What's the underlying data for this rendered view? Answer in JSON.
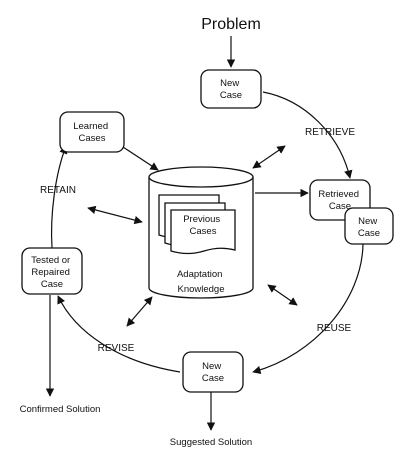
{
  "diagram": {
    "title": "Problem",
    "nodes": {
      "new_case_top": [
        "New",
        "Case"
      ],
      "learned_cases": [
        "Learned",
        "Cases"
      ],
      "retrieved_case": [
        "Retrieved",
        "Case"
      ],
      "retrieved_new_case": [
        "New",
        "Case"
      ],
      "tested_case": [
        "Tested or",
        "Repaired",
        "Case"
      ],
      "new_case_bottom": [
        "New",
        "Case"
      ],
      "previous_cases": [
        "Previous",
        "Cases"
      ],
      "adaptation_knowledge": [
        "Adaptation",
        "Knowledge"
      ]
    },
    "steps": {
      "retrieve": "RETRIEVE",
      "reuse": "REUSE",
      "revise": "REVISE",
      "retain": "RETAIN"
    },
    "outputs": {
      "confirmed": "Confirmed Solution",
      "suggested": "Suggested Solution"
    }
  }
}
